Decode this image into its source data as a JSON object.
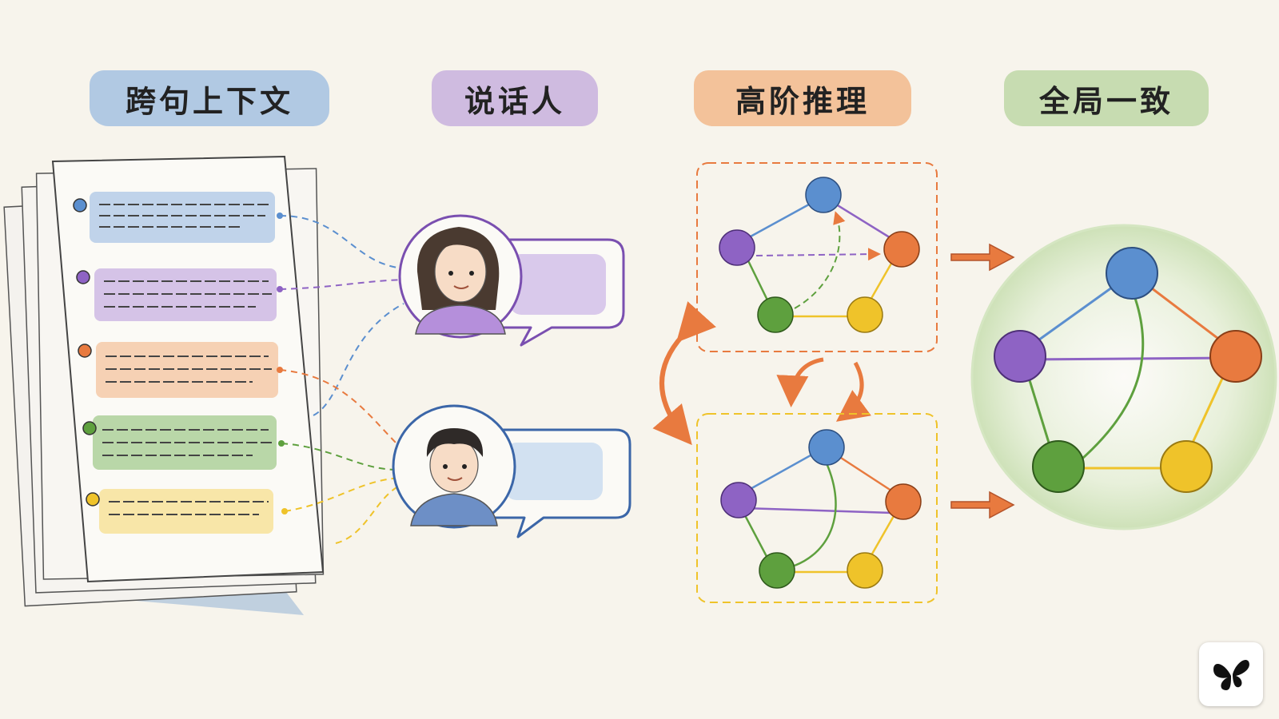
{
  "labels": {
    "cross_sentence": "跨句上下文",
    "speaker": "说话人",
    "higher_order": "高阶推理",
    "global_consistency": "全局一致"
  },
  "colors": {
    "blue": "#5b8fcf",
    "purple": "#8e63c4",
    "orange": "#e87a3f",
    "green": "#5ea03e",
    "yellow": "#efc32a",
    "background": "#f7f4ec"
  },
  "icons": {
    "document_stack": "document-stack-icon",
    "speaker_female": "female-speaker-avatar",
    "speaker_male": "male-speaker-avatar",
    "logo": "butterfly-logo"
  }
}
